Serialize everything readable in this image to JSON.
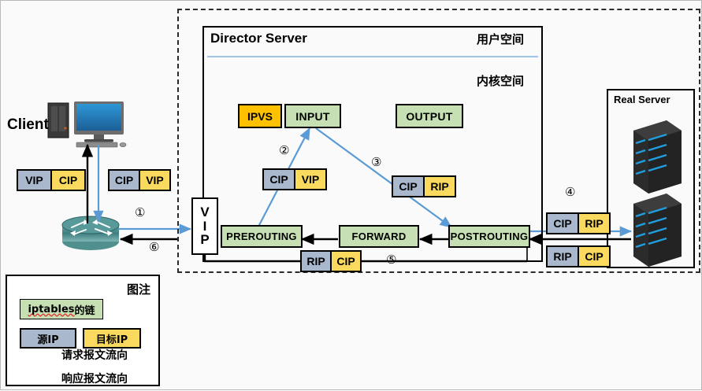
{
  "diagram": {
    "title_director": "Director Server",
    "title_real_server": "Real Server",
    "label_client": "Client",
    "label_user_space": "用户空间",
    "label_kernel_space": "内核空间",
    "vip_gateway": {
      "l1": "V",
      "l2": "I",
      "l3": "P"
    }
  },
  "chains": {
    "ipvs": "IPVS",
    "input": "INPUT",
    "output": "OUTPUT",
    "prerouting": "PREROUTING",
    "forward": "FORWARD",
    "postrouting": "POSTROUTING"
  },
  "packets": {
    "client_response": {
      "src": "VIP",
      "dst": "CIP"
    },
    "client_request": {
      "src": "CIP",
      "dst": "VIP"
    },
    "dir_in": {
      "src": "CIP",
      "dst": "VIP"
    },
    "dir_to_rs": {
      "src": "CIP",
      "dst": "RIP"
    },
    "rs_in": {
      "src": "CIP",
      "dst": "RIP"
    },
    "rs_out": {
      "src": "RIP",
      "dst": "CIP"
    },
    "dir_return": {
      "src": "RIP",
      "dst": "CIP"
    }
  },
  "steps": {
    "s1": "①",
    "s2": "②",
    "s3": "③",
    "s4": "④",
    "s5": "⑤",
    "s6": "⑥"
  },
  "legend": {
    "title": "图注",
    "chain_label_pre": "iptables",
    "chain_label_post": "的链",
    "src_ip": "源IP",
    "dst_ip": "目标IP",
    "request_flow": "请求报文流向",
    "response_flow": "响应报文流向"
  },
  "colors": {
    "chain_green": "#c6e0b4",
    "ipvs_amber": "#ffc000",
    "src_gray": "#a9b8cd",
    "dst_yellow": "#fada5e",
    "request_blue": "#5b9bd5",
    "response_black": "#000000",
    "router_teal": "#3f7e80",
    "server_dark": "#303030",
    "server_stripe": "#1f9fe0"
  }
}
